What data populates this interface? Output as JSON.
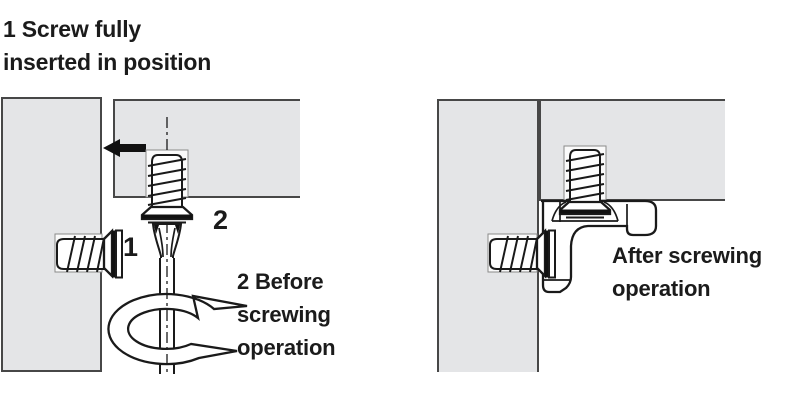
{
  "page": {
    "background": "#ffffff"
  },
  "annotations": {
    "title": "1 Screw fully\ninserted in position",
    "step1_label": "1",
    "step2_label": "2",
    "before_caption": "2 Before\nscrewing\noperation",
    "after_caption": "After screwing\noperation"
  },
  "colors": {
    "panel_fill": "#e4e5e7",
    "panel_edge": "#474747",
    "line_art": "#1a1a1a",
    "arrow_fill": "#111111",
    "hole_fill": "#fafafa",
    "text": "#1b1b1b"
  },
  "icons": {
    "insertion_arrow": "arrow-left-icon",
    "rotation_arrow": "rotate-arrow-icon"
  }
}
